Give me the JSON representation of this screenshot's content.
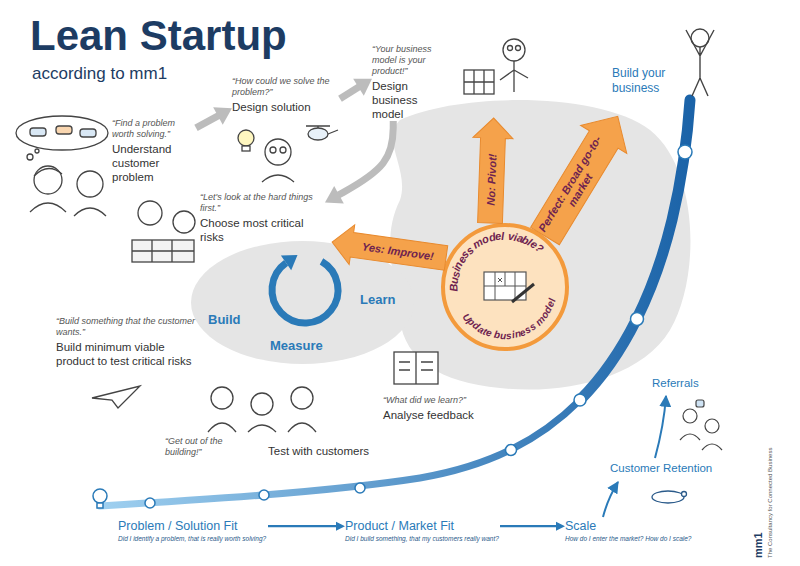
{
  "diagram": {
    "title": "Lean Startup",
    "nodes": [
      {
        "text": [
          "“Find a problem worth solving.”",
          "Understand customer problem"
        ]
      },
      {
        "text": [
          "“How could we solve the problem?”",
          "Design solution"
        ]
      },
      {
        "text": [
          "“Your business model is your product!”",
          "Design business model"
        ]
      },
      {
        "text": [
          "Build your business"
        ]
      },
      {
        "text": [
          "“Let's look at the hard things first.”",
          "Choose most critical risks"
        ]
      },
      {
        "text": [
          "Build",
          "Measure",
          "Learn"
        ]
      },
      {
        "text": [
          "Business model viable?",
          "Update business model"
        ]
      },
      {
        "text": [
          "Yes: Improve!"
        ]
      },
      {
        "text": [
          "No: Pivot!"
        ]
      },
      {
        "text": [
          "Perfect: Broad go-to-market"
        ]
      },
      {
        "text": [
          "“Build something that the customer wants.”",
          "Build minimum viable product to test critical risks"
        ]
      },
      {
        "text": [
          "“Get out of the building!”",
          "Test with customers"
        ]
      },
      {
        "text": [
          "“What did we learn?”",
          "Analyse feedback"
        ]
      },
      {
        "text": [
          "Problem / Solution Fit",
          "Did I identify a problem, that is really worth solving?"
        ]
      },
      {
        "text": [
          "Product / Market Fit",
          "Did I build something, that my customers really want?"
        ]
      },
      {
        "text": [
          "Scale",
          "How do I enter the market? How do I scale?"
        ]
      }
    ],
    "edges": [
      {
        "from": 0,
        "to": 1,
        "arrow": "to"
      },
      {
        "from": 1,
        "to": 2,
        "arrow": "to"
      },
      {
        "from": 2,
        "to": 4,
        "arrow": "to"
      },
      {
        "from": 13,
        "to": 14,
        "arrow": "to"
      },
      {
        "from": 14,
        "to": 15,
        "arrow": "to"
      }
    ],
    "labels": [
      "according to mm1",
      "Customer Retention",
      "Referrals",
      "mm1",
      "The Consultancy for Connected Business"
    ]
  }
}
